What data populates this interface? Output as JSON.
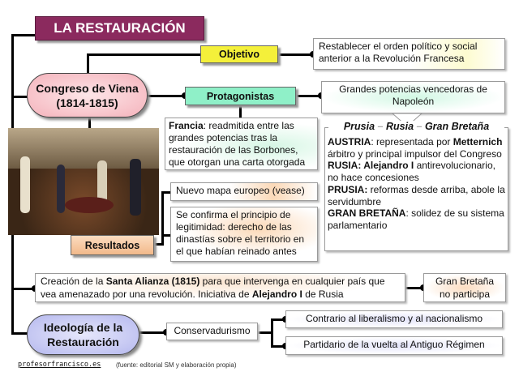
{
  "title": "LA RESTAURACIÓN",
  "congreso": "Congreso de Viena (1814-1815)",
  "objetivo": {
    "label": "Objetivo",
    "text": "Restablecer el orden político y social anterior a la Revolución Francesa"
  },
  "protagonistas": {
    "label": "Protagonistas",
    "grandes": "Grandes potencias vencedoras de Napoleón",
    "francia_bold": "Francia",
    "francia_text": ": readmitida entre las grandes potencias tras la restauración de las Borbones, que otorgan una carta otorgada",
    "powers_header": {
      "prusia": "Prusia",
      "rusia": "Rusia",
      "gb": "Gran Bretaña"
    },
    "austria_bold": "AUSTRIA",
    "austria_text1": ": representada por ",
    "metternich": "Metternich",
    "austria_text2": " árbitro y principal impulsor del Congreso",
    "rusia_bold": "RUSIA: Alejandro I",
    "rusia_text": " antirevolucionario, no hace concesiones",
    "prusia_bold": "PRUSIA:",
    "prusia_text": " reformas desde arriba, abole la servidumbre",
    "gb_bold": "GRAN BRETAÑA",
    "gb_text": ": solidez de su sistema parlamentario"
  },
  "resultados": {
    "label": "Resultados",
    "mapa": "Nuevo mapa europeo (vease)",
    "legitimidad": "Se confirma el principio de legitimidad: derecho de las dinastías sobre el territorio en el que habían reinado antes"
  },
  "santa_alianza": {
    "t1": "Creación de la ",
    "b1": "Santa Alianza (1815)",
    "t2": " para que intervenga en cualquier país que vea amenazado por una revolución. Iniciativa de ",
    "b2": "Alejandro I",
    "t3": " de Rusia",
    "gb": "Gran Bretaña no participa"
  },
  "ideologia": {
    "label": "Ideología de la Restauración",
    "conservadurismo": "Conservadurismo",
    "contrario": "Contrario al liberalismo y al nacionalismo",
    "partidario": "Partidario de la vuelta al Antiguo Régimen"
  },
  "footer": {
    "site": "profesorfrancisco.es",
    "source": "(fuente: editorial SM y elaboración propia)"
  },
  "colors": {
    "title": "#8b2a5e",
    "objetivo": "#f4f03a",
    "protagonistas": "#8ff0c8",
    "resultados": "#f6c79a",
    "congreso": "#f7c6cc",
    "ideologia": "#c2c4f2"
  }
}
